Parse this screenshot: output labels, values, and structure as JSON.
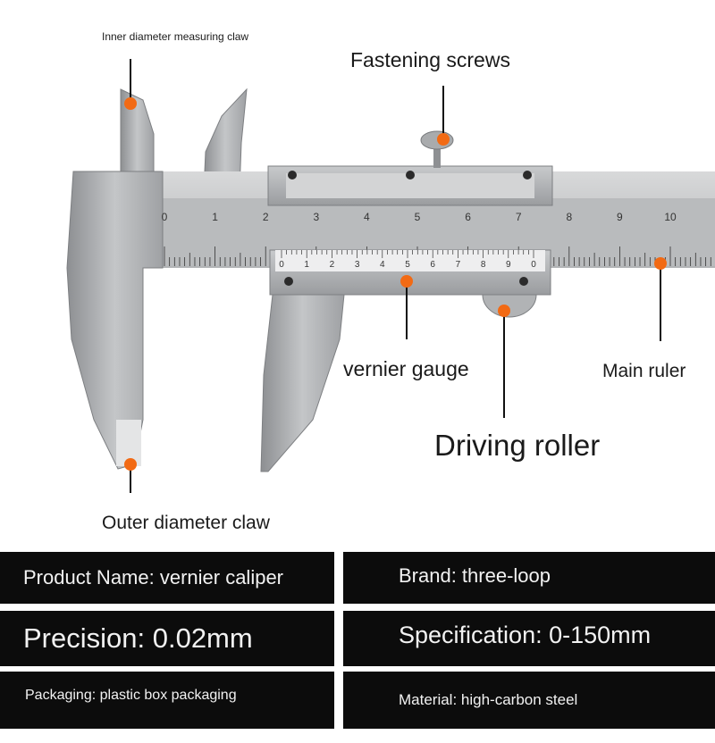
{
  "labels": {
    "inner_claw": "Inner diameter measuring claw",
    "fastening": "Fastening screws",
    "vernier": "vernier gauge",
    "main_ruler": "Main ruler",
    "driving_roller": "Driving roller",
    "outer_claw": "Outer diameter claw"
  },
  "main_scale": [
    "0",
    "1",
    "2",
    "3",
    "4",
    "5",
    "6",
    "7",
    "8",
    "9",
    "10",
    "1"
  ],
  "vernier_scale": [
    "0",
    "1",
    "2",
    "3",
    "4",
    "5",
    "6",
    "7",
    "8",
    "9",
    "0"
  ],
  "specs": {
    "product_name": "Product Name: vernier caliper",
    "brand": "Brand: three-loop",
    "precision": "Precision: 0.02mm",
    "specification": "Specification: 0-150mm",
    "packaging": "Packaging: plastic box packaging",
    "material": "Material: high-carbon steel"
  },
  "colors": {
    "marker": "#f26a14",
    "panel": "#0c0c0c",
    "steel": "#a7a9ab"
  }
}
